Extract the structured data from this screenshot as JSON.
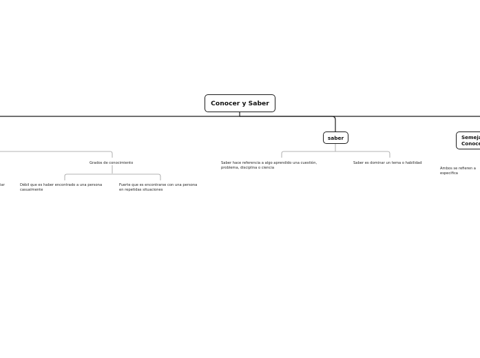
{
  "map": {
    "root": "Conocer y Saber",
    "saber": "saber",
    "semejanzas": [
      "Semeja",
      "Conoce"
    ],
    "grados": "Grados de conocimiento",
    "saber_def": [
      "Saber hace referencia a algo aprendido una cuestión,",
      "problema, disciplina o ciencia"
    ],
    "saber_dominar": "Saber es dominar un tema o habilidad",
    "debil": [
      "Débil que es haber encontrado a una persona",
      "casualmente"
    ],
    "fuerte": [
      "Fuerte que es encontrarse con una persona",
      "en repetidas situaciones"
    ],
    "ambos": [
      "Ambos se refieren a",
      "especifica"
    ],
    "cut_left": "iar"
  },
  "colors": {
    "line": "#1a1a1a",
    "branch": "#9a9a9a",
    "background": "#ffffff"
  }
}
